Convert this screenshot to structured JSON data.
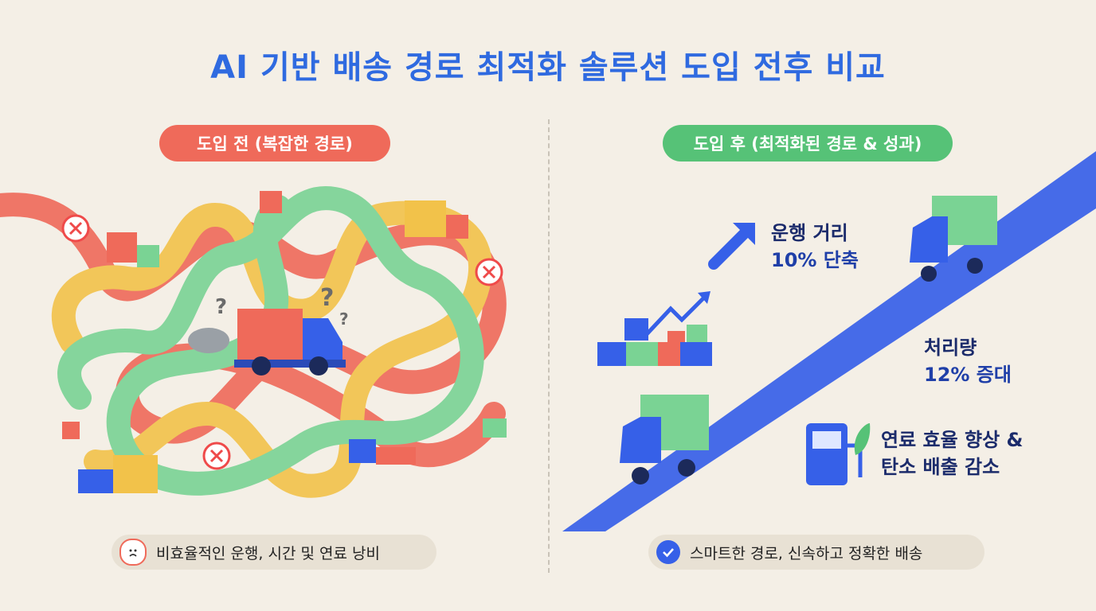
{
  "title": "AI 기반 배송 경로 최적화 솔루션 도입 전후 비교",
  "before": {
    "label": "도입 전 (복잡한 경로)",
    "footer": "비효율적인 운행, 시간 및 연료 낭비",
    "footer_icon": "sad-face-icon",
    "color": "#ef6a5a"
  },
  "after": {
    "label": "도입 후 (최적화된 경로 & 성과)",
    "footer": "스마트한 경로, 신속하고 정확한 배송",
    "footer_icon": "check-circle-icon",
    "color": "#56c277",
    "metrics": [
      {
        "line1": "운행 거리",
        "line2": "10% 단축"
      },
      {
        "line1": "처리량",
        "line2": "12% 증대"
      },
      {
        "line1": "연료 효율 향상 &",
        "line2": "탄소 배출 감소"
      }
    ]
  },
  "colors": {
    "title": "#2f6ae0",
    "road": "#3660e8",
    "route_red": "#ef6a5a",
    "route_yellow": "#f2c24a",
    "route_green": "#7ad394"
  }
}
